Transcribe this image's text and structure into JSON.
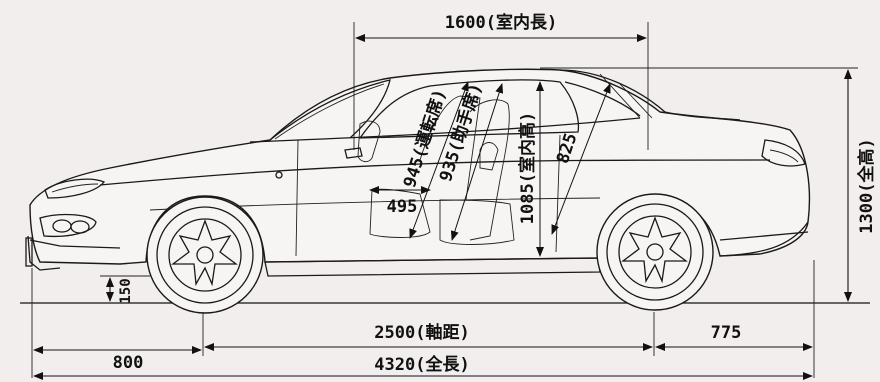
{
  "dimensions": {
    "interior_length": "1600(室内長)",
    "overall_height": "1300(全高)",
    "wheelbase": "2500(軸距)",
    "overall_length": "4320(全長)",
    "front_overhang": "800",
    "rear_overhang": "775",
    "ground_clearance": "150",
    "seat_height": "495",
    "driver_headroom": "945(運転席)",
    "passenger_headroom": "935(助手席)",
    "interior_height": "1085(室内高)",
    "rear_height": "825"
  },
  "colors": {
    "background": "#f3eeee",
    "line": "#111111"
  }
}
